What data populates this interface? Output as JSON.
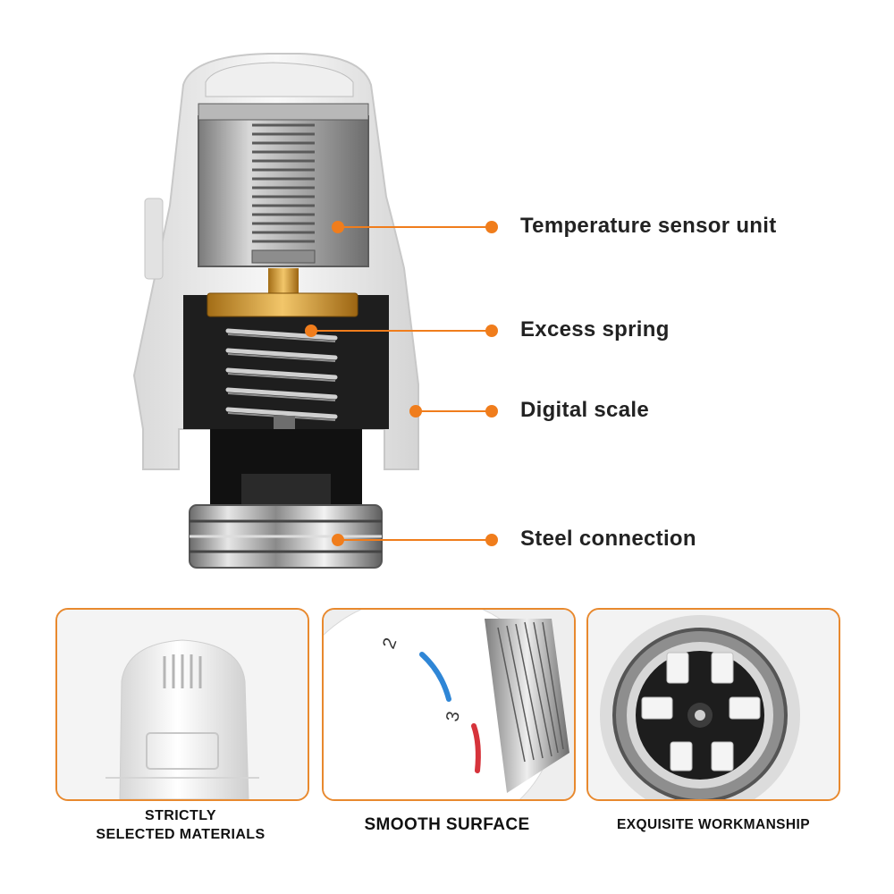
{
  "accent_color": "#f07d1c",
  "callouts": [
    {
      "label": "Temperature sensor unit",
      "icon": "temperature-sensor"
    },
    {
      "label": "Excess spring",
      "icon": "spring"
    },
    {
      "label": "Digital scale",
      "icon": "scale"
    },
    {
      "label": "Steel connection",
      "icon": "connector"
    }
  ],
  "panels": [
    {
      "caption_lines": [
        "STRICTLY",
        "SELECTED MATERIALS"
      ]
    },
    {
      "caption_lines": [
        "SMOOTH SURFACE"
      ],
      "scale_marks": [
        "2",
        "3"
      ]
    },
    {
      "caption_lines": [
        "EXQUISITE WORKMANSHIP"
      ]
    }
  ]
}
